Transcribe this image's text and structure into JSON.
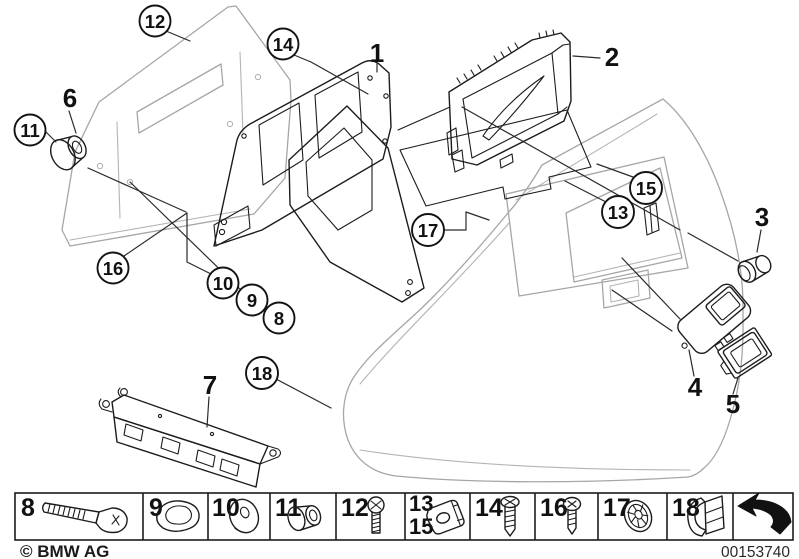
{
  "page": {
    "footer": {
      "copyright": "© BMW AG",
      "doc_number": "00153740"
    },
    "callouts": {
      "c1": "1",
      "c2": "2",
      "c3": "3",
      "c4": "4",
      "c5": "5",
      "c6": "6",
      "c7": "7",
      "c8": "8",
      "c9": "9",
      "c10": "10",
      "c11": "11",
      "c12": "12",
      "c13": "13",
      "c14": "14",
      "c15": "15",
      "c16": "16",
      "c17": "17",
      "c18": "18"
    },
    "legend": {
      "cells": [
        {
          "label": "8",
          "icon": "bolt-icon"
        },
        {
          "label": "9",
          "icon": "grommet-clip-icon"
        },
        {
          "label": "10",
          "icon": "washer-icon"
        },
        {
          "label": "11",
          "icon": "bushing-icon"
        },
        {
          "label": "12",
          "icon": "fillister-screw-icon"
        },
        {
          "label": "13",
          "label2": "15",
          "icon": "speed-nut-icon"
        },
        {
          "label": "14",
          "icon": "countersunk-screw-icon"
        },
        {
          "label": "16",
          "icon": "pan-head-screw-icon"
        },
        {
          "label": "17",
          "icon": "rosette-grommet-icon"
        },
        {
          "label": "18",
          "icon": "retaining-clip-icon"
        },
        {
          "icon": "back-arrow-icon"
        }
      ]
    }
  }
}
